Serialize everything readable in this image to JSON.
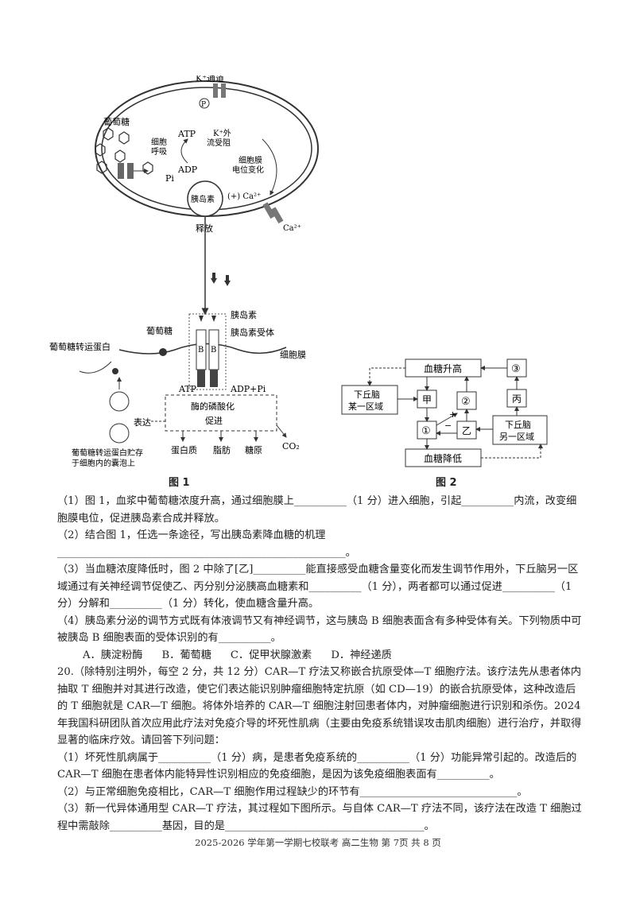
{
  "figure1": {
    "caption": "图 1",
    "labels": {
      "k_channel": "K⁺通道",
      "glucose": "葡萄糖",
      "atp": "ATP",
      "adp": "ADP",
      "pi": "Pi",
      "respiration_1": "细胞",
      "respiration_2": "呼吸",
      "k_blocked_1": "K⁺外",
      "k_blocked_2": "流受阻",
      "membrane_change_1": "细胞膜",
      "membrane_change_2": "电位变化",
      "insulin_vesicle": "胰岛素",
      "plus_ca": "(+) Ca²⁺",
      "ca_out": "Ca²⁺",
      "release": "释放",
      "insulin": "胰岛素",
      "insulin_receptor": "胰岛素受体",
      "cell_membrane": "细胞膜",
      "glucose2": "葡萄糖",
      "glut": "葡萄糖转运蛋白",
      "b_subunit": "B",
      "atp2": "ATP",
      "adp_pi": "ADP+Pi",
      "phosph_1": "酶的磷酸化",
      "phosph_2": "促进",
      "express": "表达",
      "protein": "蛋白质",
      "fat": "脂肪",
      "glycogen": "糖原",
      "co2": "CO₂",
      "vesicle_1": "葡萄糖转运蛋白贮存",
      "vesicle_2": "于细胞内的囊泡上"
    }
  },
  "figure2": {
    "caption": "图 2",
    "labels": {
      "high": "血糖升高",
      "low": "血糖降低",
      "c3": "③",
      "c2": "②",
      "c1": "①",
      "jia": "甲",
      "yi": "乙",
      "bing": "丙",
      "hyp1_1": "下丘脑",
      "hyp1_2": "某一区域",
      "hyp2_1": "下丘脑",
      "hyp2_2": "另一区域",
      "plus": "+",
      "minus": "−"
    }
  },
  "lines": [
    "（1）图 1，血浆中葡萄糖浓度升高，通过细胞膜上__________（1 分）进入细胞，引起__________内流，改变细胞膜电位，促进胰岛素合成并释放。",
    "（2）结合图 1，任选一条途径，写出胰岛素降血糖的机理_______________________________________________________。",
    "（3）当血糖浓度降低时，图 2 中除了[乙]__________能直接感受血糖含量变化而发生调节作用外，下丘脑另一区域通过有关神经调节促使乙、丙分别分泌胰高血糖素和__________（1 分），两者都可以通过促进__________（1 分）分解和__________（1 分）转化，使血糖含量升高。",
    "（4）胰岛素分泌的调节方式既有体液调节又有神经调节，这与胰岛 B 细胞表面含有多种受体有关。下列物质中可被胰岛 B 细胞表面的受体识别的有__________。"
  ],
  "options": [
    "A．胰淀粉酶",
    "B．葡萄糖",
    "C．促甲状腺激素",
    "D．神经递质"
  ],
  "q20": [
    "20.（除特别注明外，每空 2 分，共 12 分）CAR—T 疗法又称嵌合抗原受体—T 细胞疗法。该疗法先从患者体内抽取 T 细胞并对其进行改造，使它们表达能识别肿瘤细胞特定抗原（如 CD—19）的嵌合抗原受体，这种改造后的 T 细胞就是 CAR—T 细胞。将体外培养的 CAR—T 细胞注射回患者体内，对肿瘤细胞进行识别和杀伤。2024 年我国科研团队首次应用此疗法对免疫介导的坏死性肌病（主要由免疫系统错误攻击肌肉细胞）进行治疗，并取得显著的临床疗效。请回答下列问题：",
    "（1）坏死性肌病属于__________（1 分）病，是患者免疫系统的__________（1 分）功能异常引起的。改造后的 CAR—T 细胞在患者体内能特异性识别相应的免疫细胞，是因为该免疫细胞表面有__________。",
    "（2）与正常细胞免疫相比，CAR—T 细胞作用过程缺少的环节有______________________________。",
    "（3）新一代异体通用型 CAR—T 疗法，其过程如下图所示。与自体 CAR—T 疗法不同，该疗法在改造 T 细胞过程中需敲除__________基因，目的是______________________________________。"
  ],
  "footer": "2025-2026 学年第一学期七校联考  高二生物  第 7页  共 8 页"
}
